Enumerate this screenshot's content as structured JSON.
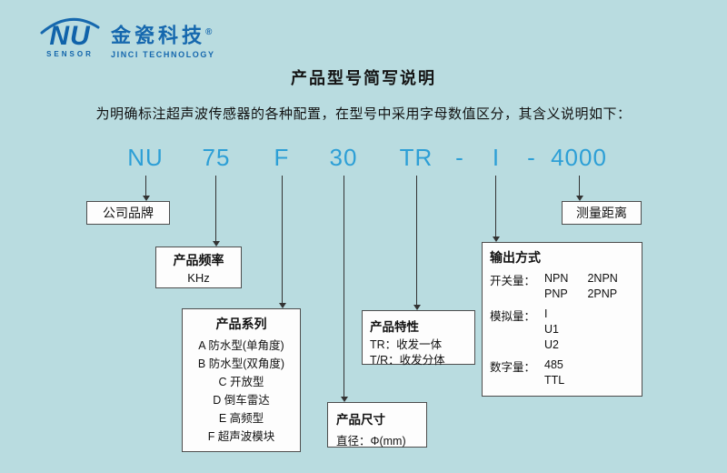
{
  "page": {
    "title": "产品型号简写说明",
    "intro": "为明确标注超声波传感器的各种配置，在型号中采用字母数值区分，其含义说明如下：",
    "background_color": "#b9dce0",
    "accent_color": "#2d9fd6"
  },
  "logo": {
    "nu": "NU",
    "sensor": "SENSOR",
    "cn_name": "金瓷科技",
    "reg_mark": "®",
    "en_name": "JINCI TECHNOLOGY",
    "color": "#1668ae"
  },
  "model_code": {
    "segments": [
      "NU",
      "75",
      "F",
      "30",
      "TR",
      "-",
      "I",
      "-",
      "4000"
    ]
  },
  "boxes": {
    "brand": {
      "label": "公司品牌"
    },
    "frequency": {
      "title": "产品频率",
      "unit": "KHz"
    },
    "series": {
      "title": "产品系列",
      "items": [
        "A 防水型(单角度)",
        "B 防水型(双角度)",
        "C 开放型",
        "D 倒车雷达",
        "E 高频型",
        "F 超声波模块"
      ]
    },
    "size": {
      "title": "产品尺寸",
      "detail": "直径：Φ(mm)"
    },
    "feature": {
      "title": "产品特性",
      "items": [
        "TR：收发一体",
        "T/R：收发分体"
      ]
    },
    "output": {
      "title": "输出方式",
      "rows": [
        {
          "label": "开关量：",
          "lines": [
            [
              "NPN",
              "2NPN"
            ],
            [
              "PNP",
              "2PNP"
            ]
          ]
        },
        {
          "label": "模拟量：",
          "lines": [
            [
              "I"
            ],
            [
              "U1"
            ],
            [
              "U2"
            ]
          ]
        },
        {
          "label": "数字量：",
          "lines": [
            [
              "485"
            ],
            [
              "TTL"
            ]
          ]
        }
      ]
    },
    "distance": {
      "label": "测量距离"
    }
  }
}
